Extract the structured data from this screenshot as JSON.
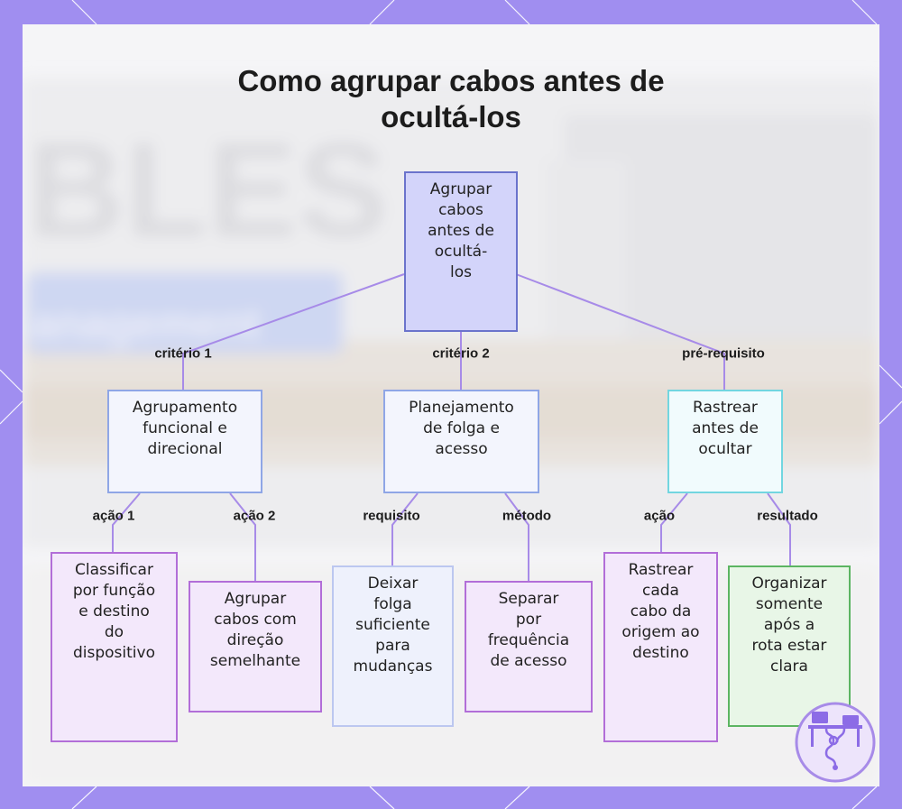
{
  "title": {
    "line1": "Como agrupar cabos antes de",
    "line2": "ocultá-los"
  },
  "background_text": {
    "word1": "BLES",
    "word2": "anagement"
  },
  "root": {
    "lines": [
      "Agrupar",
      "cabos",
      "antes de",
      "ocultá-",
      "los"
    ]
  },
  "branches": [
    {
      "edge_label": "critério 1",
      "lines": [
        "Agrupamento",
        "funcional e",
        "direcional"
      ],
      "children": [
        {
          "edge_label": "ação 1",
          "lines": [
            "Classificar",
            "por função",
            "e destino",
            "do",
            "dispositivo"
          ]
        },
        {
          "edge_label": "ação 2",
          "lines": [
            "Agrupar",
            "cabos com",
            "direção",
            "semelhante"
          ]
        }
      ]
    },
    {
      "edge_label": "critério 2",
      "lines": [
        "Planejamento",
        "de folga e",
        "acesso"
      ],
      "children": [
        {
          "edge_label": "requisito",
          "lines": [
            "Deixar",
            "folga",
            "suficiente",
            "para",
            "mudanças"
          ]
        },
        {
          "edge_label": "método",
          "lines": [
            "Separar",
            "por",
            "frequência",
            "de acesso"
          ]
        }
      ]
    },
    {
      "edge_label": "pré-requisito",
      "lines": [
        "Rastrear",
        "antes de",
        "ocultar"
      ],
      "children": [
        {
          "edge_label": "ação",
          "lines": [
            "Rastrear",
            "cada",
            "cabo da",
            "origem ao",
            "destino"
          ]
        },
        {
          "edge_label": "resultado",
          "lines": [
            "Organizar",
            "somente",
            "após a",
            "rota estar",
            "clara"
          ]
        }
      ]
    }
  ],
  "colors": {
    "frame": "#a08ef0",
    "connector": "#a78be8",
    "root_fill": "#d3d4fa",
    "root_border": "#6b73cc",
    "criteria_border": "#8fa6e6",
    "prereq_border": "#72d6e0",
    "leaf_purple_border": "#b26ed8",
    "leaf_green_border": "#5cb562"
  },
  "icons": {
    "logo": "desk-network-logo-icon"
  }
}
